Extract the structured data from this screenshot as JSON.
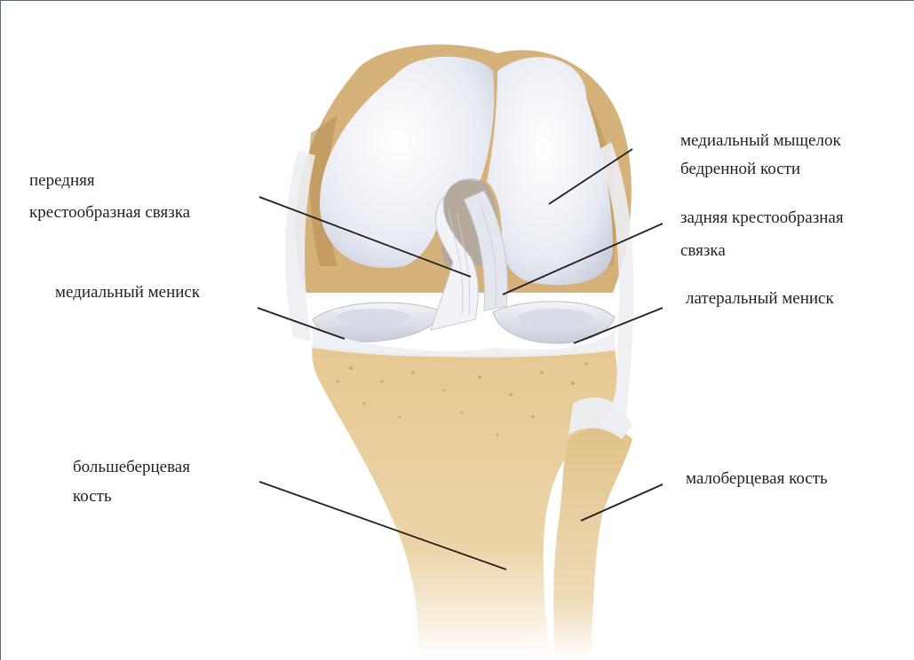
{
  "labels": {
    "medial_condyle_1": "медиальный мыщелок",
    "medial_condyle_2": "бедренной кости",
    "acl_1": "передняя",
    "acl_2": "крестообразная связка",
    "pcl_1": "задняя крестообразная",
    "pcl_2": "связка",
    "medial_meniscus": "медиальный мениск",
    "lateral_meniscus": "латеральный мениск",
    "tibia_1": "большеберцевая",
    "tibia_2": "кость",
    "fibula": "малоберцевая кость"
  },
  "colors": {
    "bone": "#e2c58e",
    "bone_dark": "#c9a365",
    "cartilage": "#dfe3ee",
    "ligament": "#eef0f3",
    "leader_line": "#231f20",
    "frame": "#5f6b7a"
  }
}
